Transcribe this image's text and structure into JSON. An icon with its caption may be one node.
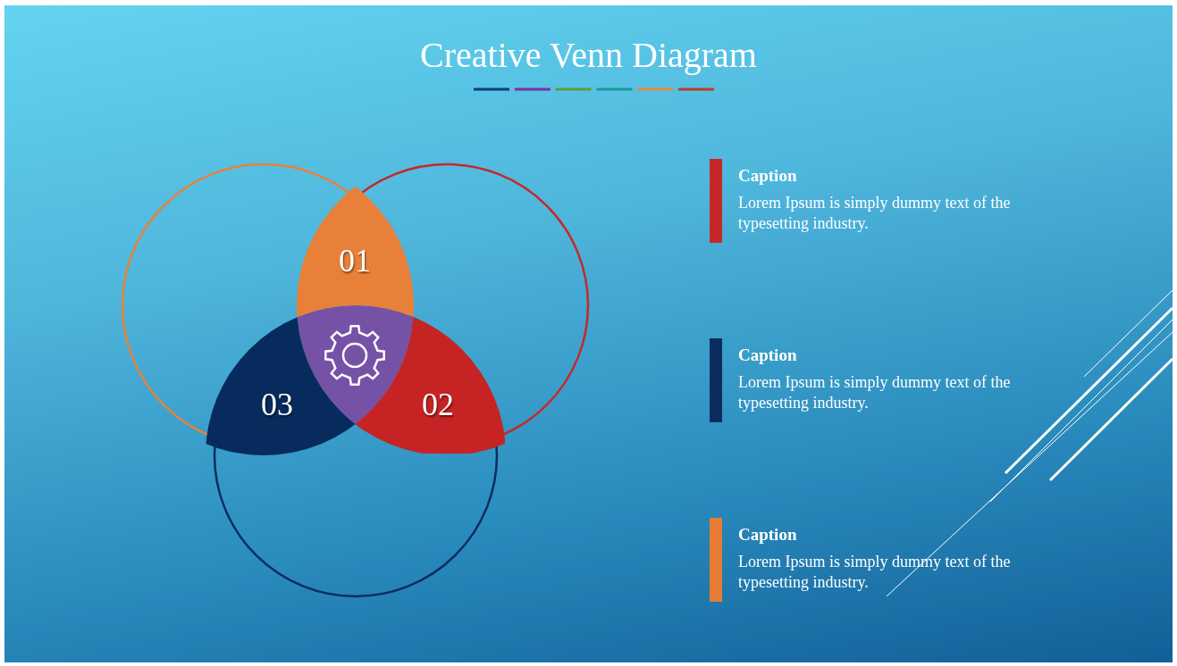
{
  "diagram": {
    "title": "Creative Venn Diagram",
    "nodes": [
      {
        "text": [
          "01"
        ]
      },
      {
        "text": [
          "02"
        ]
      },
      {
        "text": [
          "03"
        ]
      }
    ],
    "labels": [
      "Caption",
      "Lorem Ipsum is simply dummy text of the typesetting industry.",
      "Caption",
      "Lorem Ipsum is simply dummy text of the typesetting industry.",
      "Caption",
      "Lorem Ipsum is simply dummy text of the typesetting industry."
    ]
  }
}
